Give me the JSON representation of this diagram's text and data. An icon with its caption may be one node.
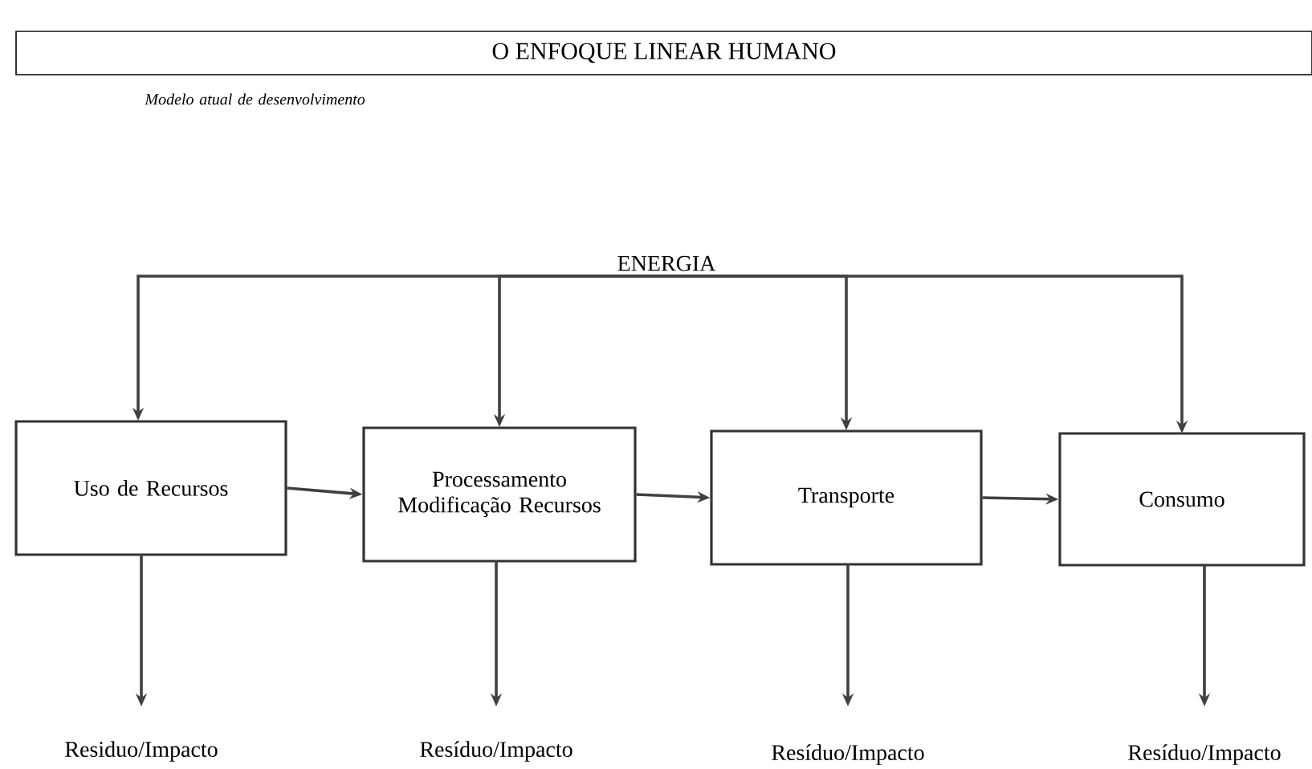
{
  "diagram": {
    "title": "O ENFOQUE LINEAR HUMANO",
    "labels": [
      "Modelo atual de desenvolvimento"
    ],
    "nodes": [
      {
        "text": [
          "ENERGIA"
        ]
      },
      {
        "text": [
          "Uso de Recursos"
        ]
      },
      {
        "text": [
          "Processamento Modificação Recursos"
        ]
      },
      {
        "text": [
          "Transporte"
        ]
      },
      {
        "text": [
          "Consumo"
        ]
      },
      {
        "text": [
          "Residuo/Impacto"
        ]
      },
      {
        "text": [
          "Resíduo/Impacto"
        ]
      },
      {
        "text": [
          "Resíduo/Impacto"
        ]
      },
      {
        "text": [
          "Resíduo/Impacto"
        ]
      }
    ],
    "edges": [
      {
        "from": 0,
        "to": 1,
        "arrow": "to"
      },
      {
        "from": 0,
        "to": 2,
        "arrow": "to"
      },
      {
        "from": 0,
        "to": 3,
        "arrow": "to"
      },
      {
        "from": 0,
        "to": 4,
        "arrow": "to"
      },
      {
        "from": 1,
        "to": 2,
        "arrow": "to"
      },
      {
        "from": 2,
        "to": 3,
        "arrow": "to"
      },
      {
        "from": 3,
        "to": 4,
        "arrow": "to"
      },
      {
        "from": 1,
        "to": 5,
        "arrow": "to"
      },
      {
        "from": 2,
        "to": 6,
        "arrow": "to"
      },
      {
        "from": 3,
        "to": 7,
        "arrow": "to"
      },
      {
        "from": 4,
        "to": 8,
        "arrow": "to"
      }
    ]
  }
}
